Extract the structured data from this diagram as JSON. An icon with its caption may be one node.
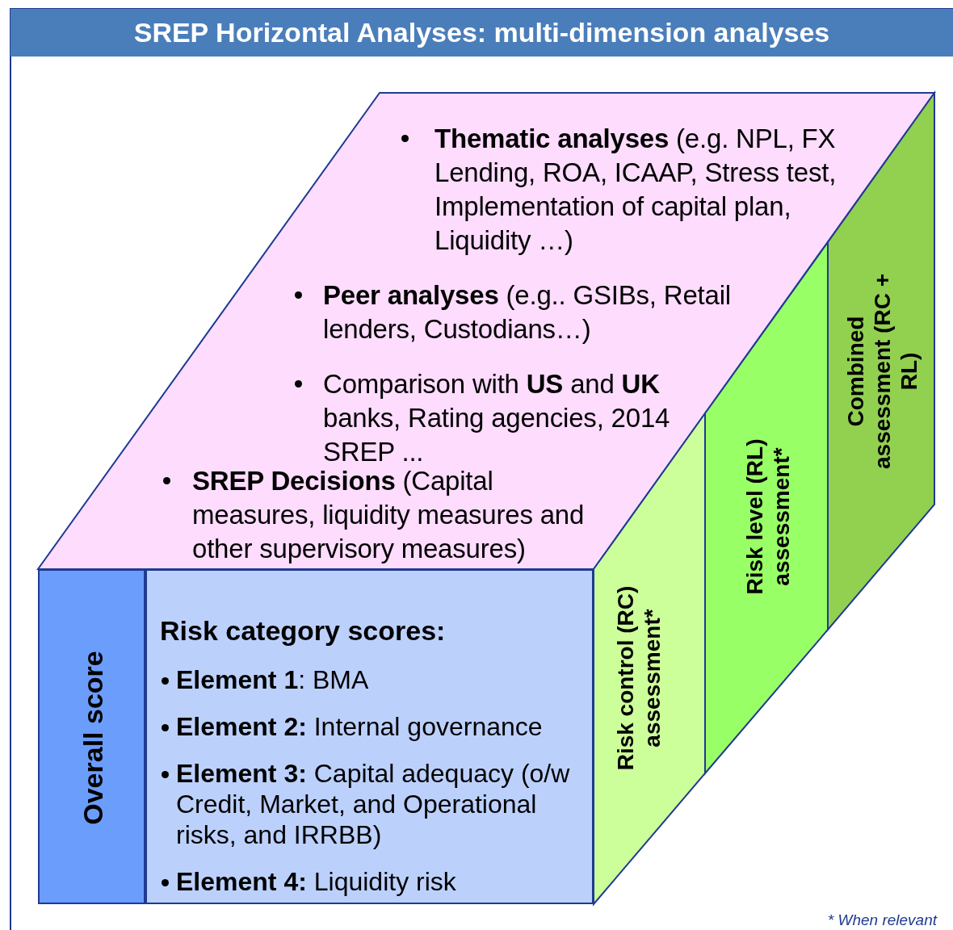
{
  "diagram": {
    "title": "SREP Horizontal Analyses: multi-dimension analyses",
    "nodes": [
      {
        "text": [
          "**Thematic analyses** (e.g. NPL, FX Lending, ROA, ICAAP, Stress test,  Implementation of capital plan, Liquidity …)",
          "**Peer analyses** (e.g.. GSIBs, Retail lenders, Custodians…)",
          "Comparison with **US** and **UK** banks, Rating agencies,  2014 SREP ...",
          "**SREP Decisions** (Capital measures, liquidity measures and other supervisory measures)"
        ]
      },
      {
        "text": [
          "Overall score"
        ]
      },
      {
        "text": [
          "Risk category scores:",
          "**Element 1**: BMA",
          "**Element 2:** Internal governance",
          "**Element 3:** Capital adequacy (o/w Credit, Market, and Operational risks, and IRRBB)",
          "**Element 4:** Liquidity risk"
        ]
      },
      {
        "text": [
          "Risk control (RC) assessment*"
        ]
      },
      {
        "text": [
          "Risk level (RL) assessment*"
        ]
      },
      {
        "text": [
          "Combined assessment (RC + RL)"
        ]
      }
    ],
    "edges": [],
    "labels": [
      "* When relevant"
    ]
  }
}
